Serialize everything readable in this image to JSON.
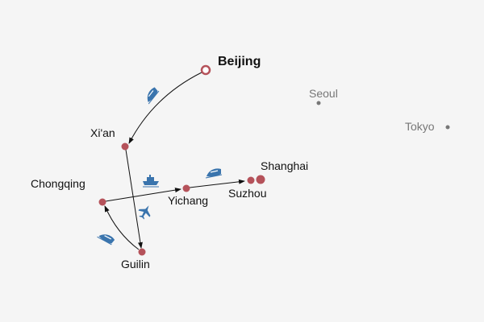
{
  "colors": {
    "city": "#b5525a",
    "route": "#111111",
    "icon": "#3a74ad",
    "other_city": "#777777"
  },
  "cities": {
    "beijing": "Beijing",
    "xian": "Xi'an",
    "guilin": "Guilin",
    "chongqing": "Chongqing",
    "yichang": "Yichang",
    "suzhou": "Suzhou",
    "shanghai": "Shanghai",
    "seoul": "Seoul",
    "tokyo": "Tokyo"
  },
  "routes": [
    {
      "from": "Beijing",
      "to": "Xi'an",
      "mode": "train-icon"
    },
    {
      "from": "Xi'an",
      "to": "Guilin",
      "mode": "plane-icon"
    },
    {
      "from": "Guilin",
      "to": "Chongqing",
      "mode": "train-icon"
    },
    {
      "from": "Chongqing",
      "to": "Yichang",
      "mode": "ship-icon"
    },
    {
      "from": "Yichang",
      "to": "Suzhou",
      "mode": "train-icon"
    }
  ]
}
